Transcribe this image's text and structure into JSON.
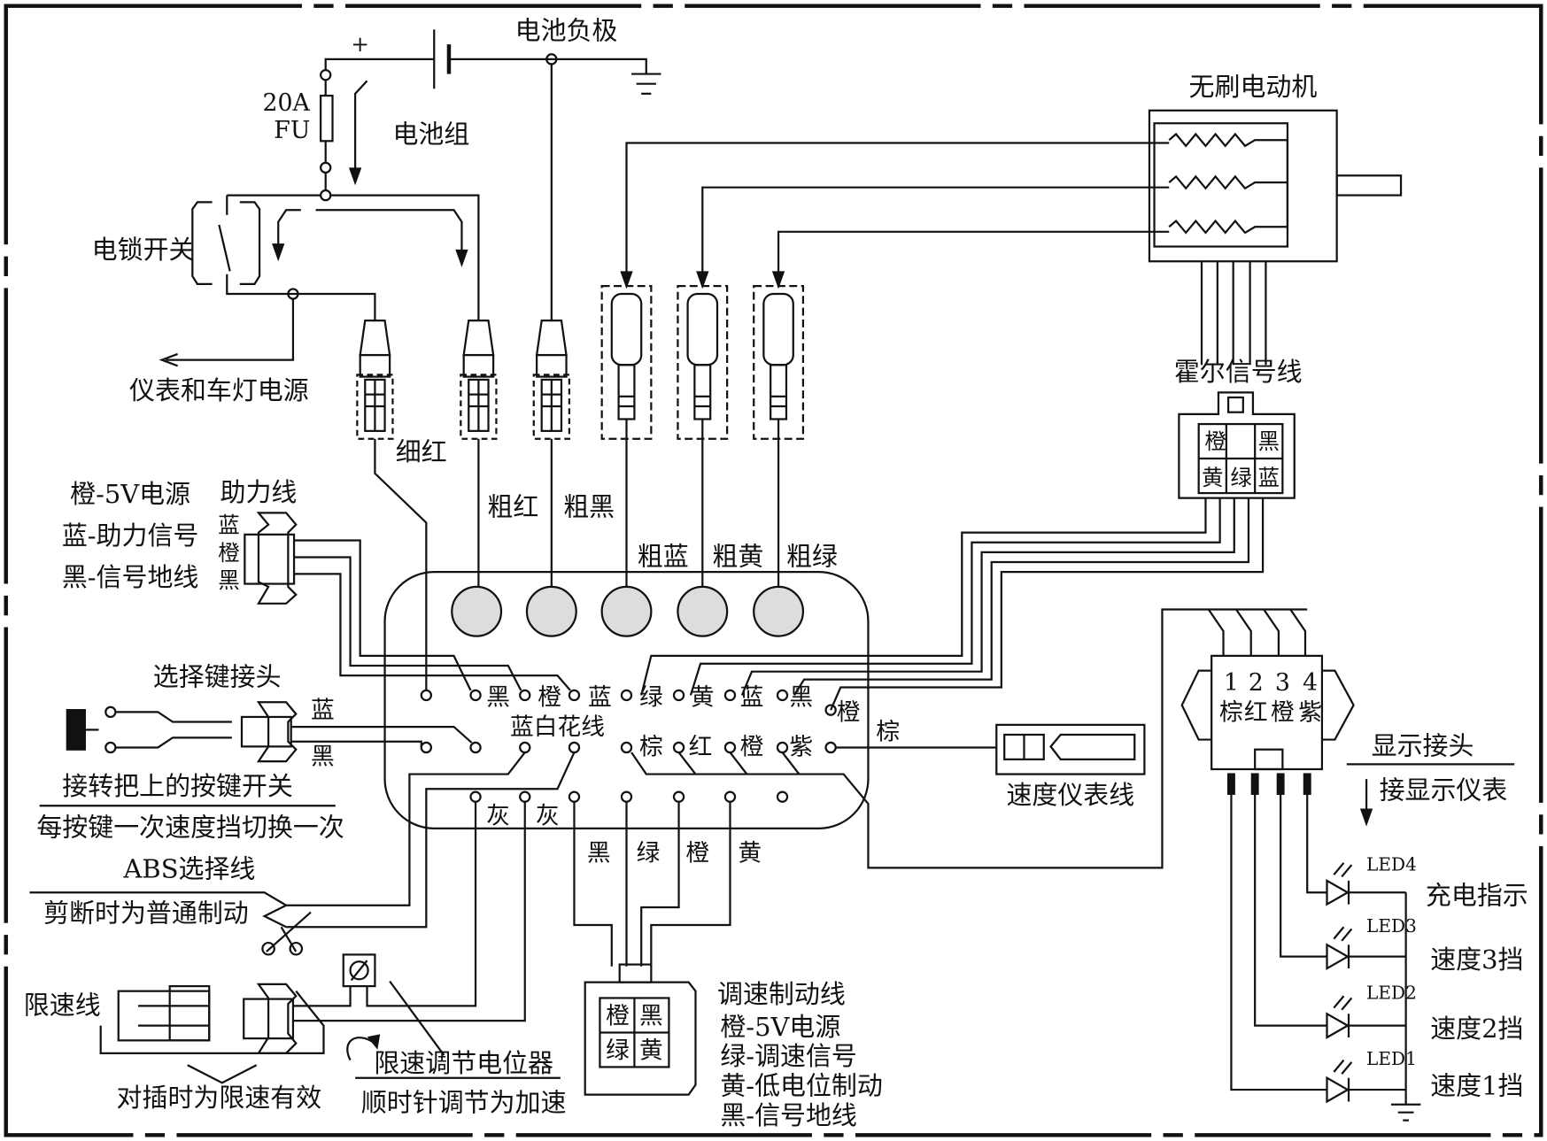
{
  "battery": {
    "plus": "+",
    "negative": "电池负极",
    "group": "电池组",
    "fuse_rating": "20A",
    "fuse_label": "FU"
  },
  "lock_switch": "电锁开关",
  "meter_light_power": "仪表和车灯电源",
  "motor": {
    "title": "无刷电动机"
  },
  "hall": {
    "title": "霍尔信号线",
    "cells": [
      "橙",
      "黑",
      "黄",
      "绿",
      "蓝"
    ]
  },
  "power_wires": {
    "thin_red": "细红",
    "thick_red": "粗红",
    "thick_black": "粗黑",
    "thick_blue": "粗蓝",
    "thick_yellow": "粗黄",
    "thick_green": "粗绿"
  },
  "assist": {
    "title": "助力线",
    "legend": [
      "橙-5V电源",
      "蓝-助力信号",
      "黑-信号地线"
    ],
    "pins": [
      "蓝",
      "橙",
      "黑"
    ]
  },
  "select_key": {
    "title": "选择键接头",
    "pins": [
      "蓝",
      "黑"
    ],
    "note1": "接转把上的按键开关",
    "note2": "每按键一次速度挡切换一次"
  },
  "controller": {
    "row1": [
      "黑",
      "橙",
      "蓝",
      "绿",
      "黄",
      "蓝",
      "黑",
      "橙"
    ],
    "blue_white": "蓝白花线",
    "row2": [
      "棕",
      "红",
      "橙",
      "紫"
    ],
    "brown_right": "棕",
    "row3": [
      "灰",
      "灰"
    ],
    "bottom": [
      "黑",
      "绿",
      "橙",
      "黄"
    ]
  },
  "speed_meter": "速度仪表线",
  "abs": {
    "title": "ABS选择线",
    "note": "剪断时为普通制动"
  },
  "limiter": {
    "title": "限速线",
    "note": "对插时为限速有效",
    "pot": "限速调节电位器",
    "pot_note": "顺时针调节为加速"
  },
  "throttle": {
    "title": "调速制动线",
    "legend": [
      "橙-5V电源",
      "绿-调速信号",
      "黄-低电位制动",
      "黑-信号地线"
    ],
    "cells": [
      "橙",
      "黑",
      "绿",
      "黄"
    ]
  },
  "display": {
    "numbers": [
      "1",
      "2",
      "3",
      "4"
    ],
    "colors": [
      "棕",
      "红",
      "橙",
      "紫"
    ],
    "title": "显示接头",
    "note": "接显示仪表"
  },
  "leds": [
    {
      "id": "LED4",
      "label": "充电指示"
    },
    {
      "id": "LED3",
      "label": "速度3挡"
    },
    {
      "id": "LED2",
      "label": "速度2挡"
    },
    {
      "id": "LED1",
      "label": "速度1挡"
    }
  ],
  "colors": {
    "line": "#111111",
    "terminal_fill": "#dddddd",
    "background": "#ffffff"
  }
}
